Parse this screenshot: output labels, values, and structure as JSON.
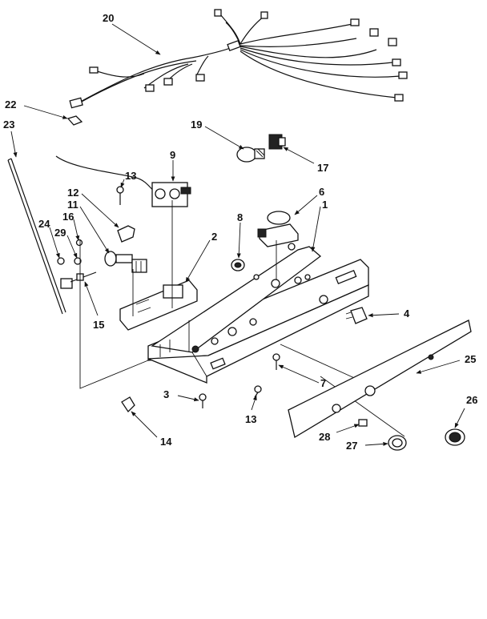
{
  "diagram": {
    "callouts": {
      "c20": "20",
      "c22": "22",
      "c23": "23",
      "c19": "19",
      "c17": "17",
      "c9": "9",
      "c13a": "13",
      "c12": "12",
      "c11": "11",
      "c16": "16",
      "c24": "24",
      "c29": "29",
      "c6": "6",
      "c1": "1",
      "c8": "8",
      "c2": "2",
      "c15": "15",
      "c4": "4",
      "c7": "7",
      "c25": "25",
      "c26": "26",
      "c3": "3",
      "c13b": "13",
      "c14": "14",
      "c28": "28",
      "c27": "27"
    }
  }
}
